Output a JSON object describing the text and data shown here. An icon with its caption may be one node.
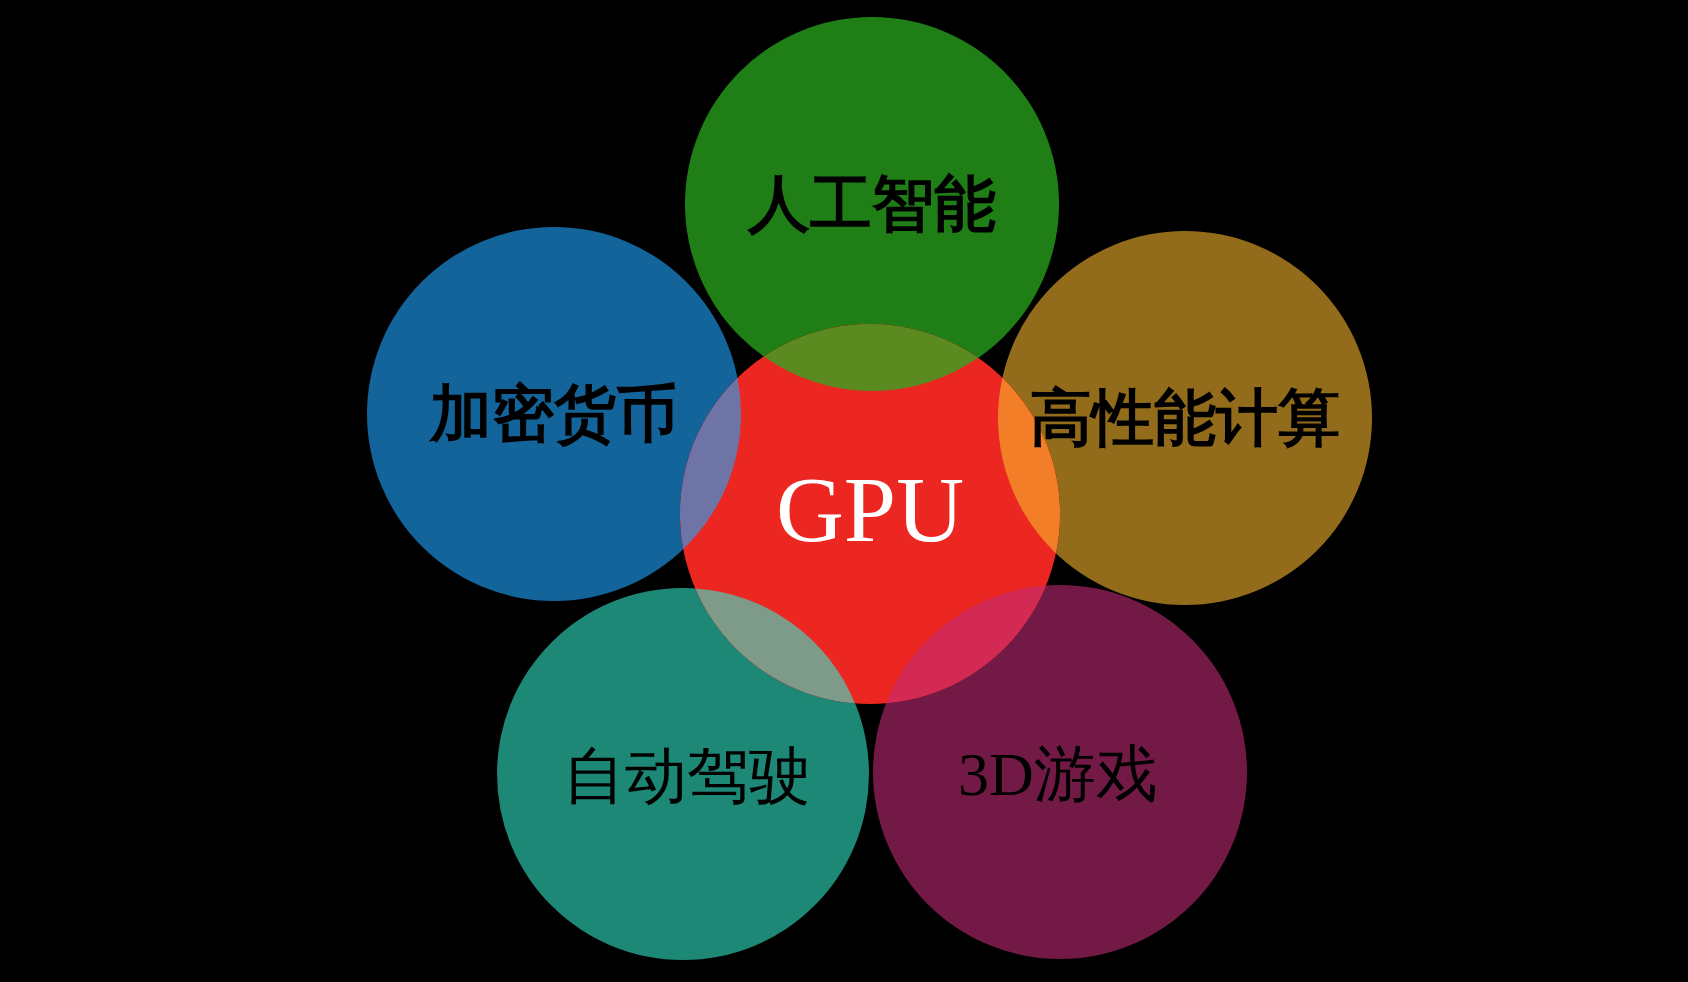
{
  "diagram": {
    "nodes": [
      {
        "text": [
          "人工智能"
        ]
      },
      {
        "text": [
          "加密货币"
        ]
      },
      {
        "text": [
          "高性能计算"
        ]
      },
      {
        "text": [
          "GPU"
        ]
      },
      {
        "text": [
          "自动驾驶"
        ]
      },
      {
        "text": [
          "3D游戏"
        ]
      }
    ]
  }
}
